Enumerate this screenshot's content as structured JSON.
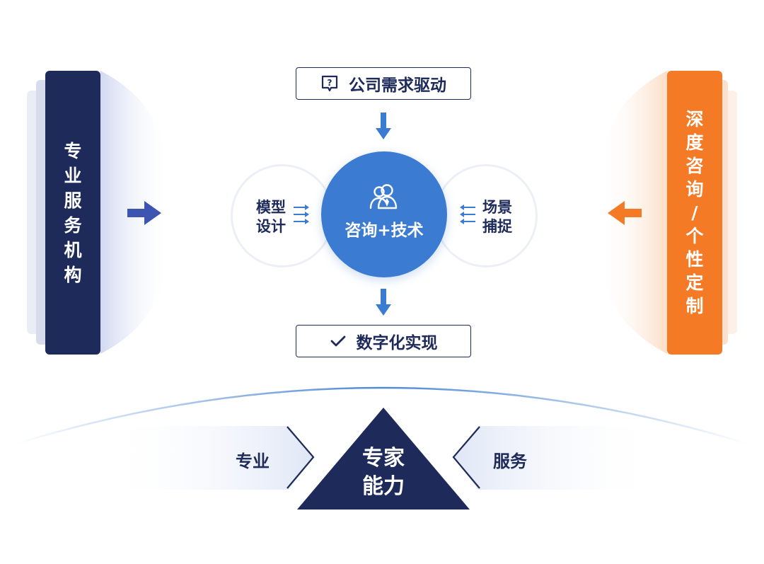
{
  "left_panel": {
    "chars": [
      "专",
      "业",
      "服",
      "务",
      "机",
      "构"
    ]
  },
  "right_panel": {
    "chars": [
      "深",
      "度",
      "咨",
      "询",
      "/",
      "个",
      "性",
      "定",
      "制"
    ]
  },
  "top_box": {
    "label": "公司需求驱动",
    "icon": "question-chat-icon"
  },
  "bottom_box": {
    "label": "数字化实现",
    "icon": "check-icon"
  },
  "left_circle": {
    "line1": "模型",
    "line2": "设计"
  },
  "right_circle": {
    "line1": "场景",
    "line2": "捕捉"
  },
  "center_circle": {
    "label": "咨询+技术",
    "icon": "users-icon"
  },
  "bottom_band": {
    "left_label": "专业",
    "right_label": "服务"
  },
  "triangle": {
    "line1": "专家",
    "line2": "能力"
  },
  "colors": {
    "navy": "#1e2b5a",
    "blue": "#3b7bd1",
    "orange": "#f47a25",
    "arrow_left": "#3d54b0"
  }
}
